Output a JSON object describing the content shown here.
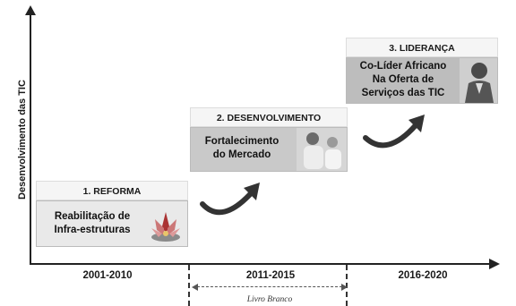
{
  "axis": {
    "y_label": "Desenvolvimento das TIC"
  },
  "periods": [
    "2001-2010",
    "2011-2015",
    "2016-2020"
  ],
  "white_paper": "Livro Branco",
  "stages": [
    {
      "title": "1. REFORMA",
      "lines": [
        "Reabilitação de",
        "Infra-estruturas"
      ],
      "icon": "flower-emblem-icon"
    },
    {
      "title": "2. DESENVOLVIMENTO",
      "lines": [
        "Fortalecimento",
        "do Mercado"
      ],
      "icon": "person-photo-icon"
    },
    {
      "title": "3. LIDERANÇA",
      "lines": [
        "Co-Líder Africano",
        "Na Oferta de",
        "Serviços das TIC"
      ],
      "icon": "person-photo-icon"
    }
  ]
}
